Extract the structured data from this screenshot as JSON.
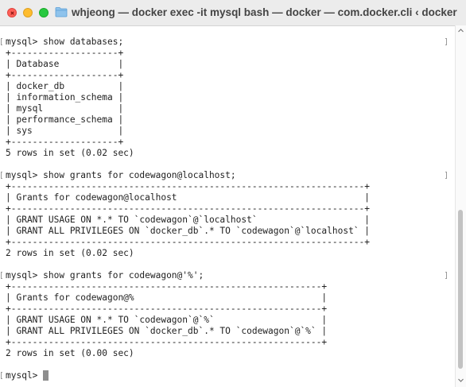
{
  "window": {
    "title": "whjeong — docker exec -it mysql bash — docker — com.docker.cli ‹ docker exec -it mysql bash"
  },
  "icons": {
    "title_folder": "folder-icon",
    "scroll_up": "chevron-up-icon",
    "scroll_down": "chevron-down-icon"
  },
  "colors": {
    "close": "#fe5f57",
    "minimize": "#febc2e",
    "maximize": "#28c840",
    "titlebar": "#ececec",
    "text": "#222222",
    "cursor": "#8e8e8e"
  },
  "terminal": {
    "lines": [
      "mysql> show databases;",
      "+--------------------+",
      "| Database           |",
      "+--------------------+",
      "| docker_db          |",
      "| information_schema |",
      "| mysql              |",
      "| performance_schema |",
      "| sys                |",
      "+--------------------+",
      "5 rows in set (0.02 sec)",
      "",
      "mysql> show grants for codewagon@localhost;",
      "+------------------------------------------------------------------+",
      "| Grants for codewagon@localhost                                   |",
      "+------------------------------------------------------------------+",
      "| GRANT USAGE ON *.* TO `codewagon`@`localhost`                    |",
      "| GRANT ALL PRIVILEGES ON `docker_db`.* TO `codewagon`@`localhost` |",
      "+------------------------------------------------------------------+",
      "2 rows in set (0.02 sec)",
      "",
      "mysql> show grants for codewagon@'%';",
      "+----------------------------------------------------------+",
      "| Grants for codewagon@%                                   |",
      "+----------------------------------------------------------+",
      "| GRANT USAGE ON *.* TO `codewagon`@`%`                    |",
      "| GRANT ALL PRIVILEGES ON `docker_db`.* TO `codewagon`@`%` |",
      "+----------------------------------------------------------+",
      "2 rows in set (0.00 sec)",
      "",
      "mysql> "
    ]
  }
}
